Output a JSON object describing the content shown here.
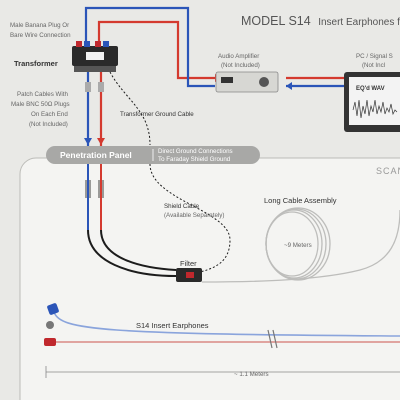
{
  "header": {
    "model_prefix": "MODEL S14",
    "title_rest": "Insert Earphones f"
  },
  "labels": {
    "banana_line1": "Male Banana Plug Or",
    "banana_line2": "Bare Wire Connection",
    "transformer": "Transformer",
    "audio_amp_line1": "Audio Amplifier",
    "audio_amp_line2": "(Not Included)",
    "pc_line1": "PC / Signal S",
    "pc_line2": "(Not Incl",
    "patch_line1": "Patch Cables With",
    "patch_line2": "Male BNC 50Ω Plugs",
    "patch_line3": "On Each End",
    "patch_line4": "(Not Included)",
    "transformer_ground": "Transformer Ground Cable",
    "penetration_panel": "Penetration Panel",
    "ground_line1": "Direct Ground Connections",
    "ground_line2": "To Faraday Shield Ground",
    "scan_room": "SCAN",
    "shield_line1": "Shield Cable",
    "shield_line2": "(Available Separately)",
    "long_cable": "Long Cable Assembly",
    "long_cable_length": "~9 Meters",
    "filter": "Filter",
    "earphones": "S14 Insert Earphones",
    "earphone_length": "~ 1.1 Meters",
    "screen_text": "EQ'd WAV"
  },
  "colors": {
    "background": "#e9e9e6",
    "room": "#f4f4f2",
    "red_cable": "#d43a2f",
    "blue_cable": "#2b55b8",
    "black_cable": "#1c1c1c",
    "panel": "#a8a8a6",
    "accent": "#c0282d"
  },
  "icons": {
    "transformer": "transformer-icon",
    "amplifier": "amplifier-icon",
    "monitor": "monitor-icon",
    "filter": "filter-icon",
    "earphone": "earphone-icon"
  }
}
